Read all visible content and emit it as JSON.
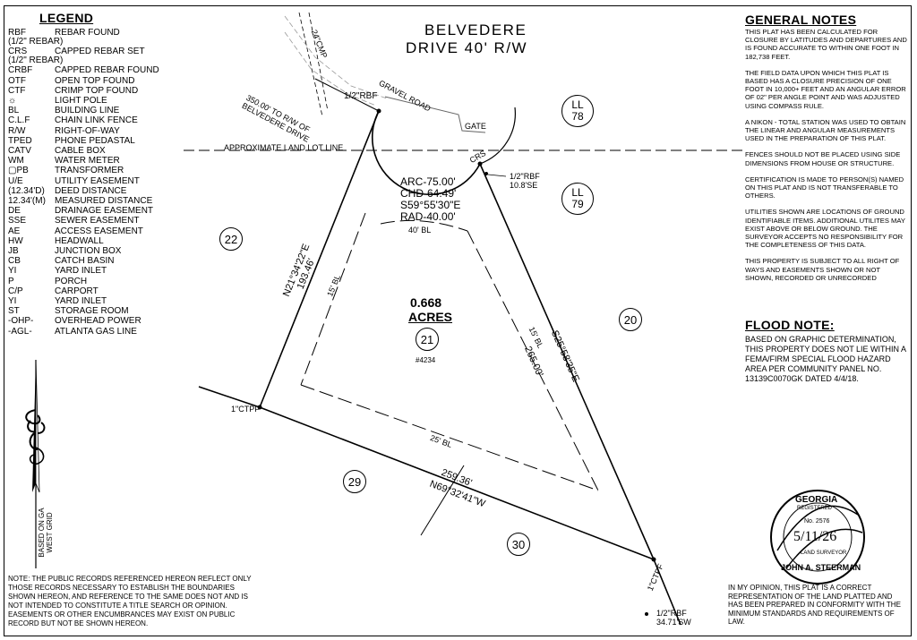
{
  "legend": {
    "title": "LEGEND",
    "items": [
      {
        "abbr": "RBF",
        "desc": "REBAR FOUND\n(1/2\" REBAR)"
      },
      {
        "abbr": "CRS",
        "desc": "CAPPED REBAR SET\n(1/2\" REBAR)"
      },
      {
        "abbr": "CRBF",
        "desc": "CAPPED REBAR FOUND"
      },
      {
        "abbr": "OTF",
        "desc": "OPEN TOP FOUND"
      },
      {
        "abbr": "CTF",
        "desc": "CRIMP TOP FOUND"
      },
      {
        "abbr": "☼",
        "desc": "LIGHT POLE"
      },
      {
        "abbr": "BL",
        "desc": "BUILDING LINE"
      },
      {
        "abbr": "C.L.F",
        "desc": "CHAIN LINK FENCE"
      },
      {
        "abbr": "R/W",
        "desc": "RIGHT-OF-WAY"
      },
      {
        "abbr": "TPED",
        "desc": "PHONE PEDASTAL"
      },
      {
        "abbr": "CATV",
        "desc": "CABLE BOX"
      },
      {
        "abbr": "WM",
        "desc": "WATER METER"
      },
      {
        "abbr": "▢PB",
        "desc": "TRANSFORMER"
      },
      {
        "abbr": "U/E",
        "desc": "UTILITY EASEMENT"
      },
      {
        "abbr": "(12.34'D)",
        "desc": "DEED DISTANCE"
      },
      {
        "abbr": "12.34'(M)",
        "desc": "MEASURED DISTANCE"
      },
      {
        "abbr": "DE",
        "desc": "DRAINAGE EASEMENT"
      },
      {
        "abbr": "SSE",
        "desc": "SEWER EASEMENT"
      },
      {
        "abbr": "AE",
        "desc": "ACCESS EASEMENT"
      },
      {
        "abbr": "HW",
        "desc": "HEADWALL"
      },
      {
        "abbr": "JB",
        "desc": "JUNCTION BOX"
      },
      {
        "abbr": "CB",
        "desc": "CATCH BASIN"
      },
      {
        "abbr": "YI",
        "desc": "YARD INLET"
      },
      {
        "abbr": "P",
        "desc": "PORCH"
      },
      {
        "abbr": "C/P",
        "desc": "CARPORT"
      },
      {
        "abbr": "YI",
        "desc": "YARD INLET"
      },
      {
        "abbr": "ST",
        "desc": "STORAGE ROOM"
      },
      {
        "abbr": "-OHP-",
        "desc": "OVERHEAD POWER"
      },
      {
        "abbr": "-AGL-",
        "desc": "ATLANTA GAS LINE"
      }
    ]
  },
  "north_arrow": {
    "label": "BASED ON GA\nWEST GRID"
  },
  "road": {
    "line1": "BELVEDERE",
    "line2": "DRIVE 40' R/W"
  },
  "labels": {
    "cmp": "24\"CMP",
    "gravel_road": "GRAVEL ROAD",
    "gate": "GATE",
    "rbf_top": "1/2\"RBF",
    "rw_note": "350.00' TO R/W OF\nBELVEDERE DRIVE",
    "land_lot_line": "APPROXIMATE LAND LOT LINE",
    "crs": "CRS",
    "rbf_right": "1/2\"RBF\n10.8'SE",
    "ctpf_left": "1\"CTPF",
    "ctpf_right": "1\"CTPF",
    "rbf_bottom": "1/2\"RBF\n34.71'SW",
    "bl_40": "40' BL",
    "bl_15_left": "15' BL",
    "bl_15_right": "15' BL",
    "bl_25": "25' BL"
  },
  "curve": {
    "text": "ARC-75.00'\nCHD-64.49'\nS59°55'30\"E\nRAD-40.00'"
  },
  "bearings": {
    "west_bearing": "N21°34'22\"E",
    "west_dist": "193.46'",
    "east_bearing": "S25°58'35\"E",
    "east_dist": "265.00'",
    "south_dist": "259.36'",
    "south_bearing": "N69°32'41\"W"
  },
  "lot": {
    "acres_value": "0.668",
    "acres_label": "ACRES",
    "number": "21",
    "parcel": "#4234"
  },
  "adjacent_lots": [
    "22",
    "20",
    "29",
    "30"
  ],
  "land_lots": [
    {
      "ll": "LL",
      "num": "78"
    },
    {
      "ll": "LL",
      "num": "79"
    }
  ],
  "general_notes": {
    "title": "GENERAL NOTES",
    "paragraphs": [
      "This plat has been calculated for closure by latitudes and departures and is found accurate to within one foot in 182,738 feet.",
      "The field data upon which this plat is based has a closure precision of one foot in 10,000+ feet and an angular error of 02\" per angle point and was adjusted using compass rule.",
      "A Nikon - Total Station was used to obtain the linear and angular measurements used in the preparation of this plat.",
      "Fences should not be placed using side dimensions from house or structure.",
      "Certification is made to person(s) named on this plat and is not transferable to others.",
      "Utilities shown are locations of ground identifiable items. Additional utilites may exist above or below ground. The surveyor accepts no responsibility for the completeness of this data.",
      "This property is subject to all right of ways and easements shown or not shown, recorded or unrecorded"
    ]
  },
  "flood_note": {
    "title": "FLOOD NOTE:",
    "text": "BASED ON GRAPHIC DETERMINATION, THIS PROPERTY DOES NOT LIE WITHIN A FEMA/FIRM SPECIAL FLOOD HAZARD AREA PER COMMUNITY PANEL NO. 13139C0070GK DATED 4/4/18."
  },
  "seal": {
    "state": "GEORGIA",
    "reg": "REGISTERED",
    "no": "No. 2576",
    "date": "5/11/26",
    "title": "LAND SURVEYOR",
    "name": "JOHN A. STEERMAN"
  },
  "certification": "In my opinion, this plat is a correct representation of the land platted and has been prepared in conformity with the minimum standards and requirements of law.",
  "bottom_note": "Note: The public records referenced hereon reflect only those records necessary to establish the boundaries shown hereon, and reference to the same does not and is not intended to constitute a title search or opinion. Easements or other encumbrances may exist on public record but not be shown hereon."
}
